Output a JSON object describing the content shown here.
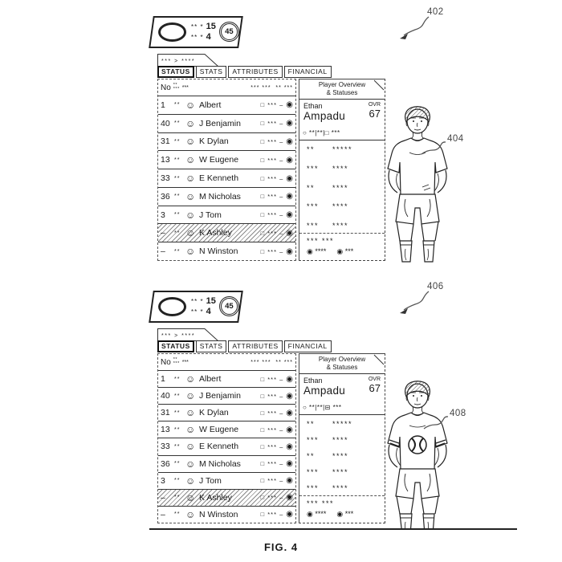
{
  "figure": {
    "label": "FIG. 4"
  },
  "panels": [
    {
      "ref_label": "402",
      "person_ref_label": "404",
      "badge": {
        "stars_top": "** *",
        "num_top": "15",
        "stars_bottom": "** *",
        "num_bottom": "4",
        "circle_value": "45"
      },
      "mini_tab": "*** > ****",
      "tabs": [
        {
          "label": "STATUS",
          "cls": "selected"
        },
        {
          "label": "STATS"
        },
        {
          "label": "ATTRIBUTES"
        },
        {
          "label": "FINANCIAL"
        }
      ],
      "table": {
        "header": {
          "no": "No",
          "stack_top": "**",
          "stack_bottom": "***",
          "mid": "***",
          "right": "*** ***  ** ***"
        },
        "row_trail": "□ *** –",
        "row_eye": "◉",
        "rows": [
          {
            "no": "1",
            "stars": "**",
            "avatar": "☺",
            "name": "Albert"
          },
          {
            "no": "40",
            "stars": "**",
            "avatar": "☺",
            "name": "J Benjamin"
          },
          {
            "no": "31",
            "stars": "**",
            "avatar": "☺",
            "name": "K Dylan"
          },
          {
            "no": "13",
            "stars": "**",
            "avatar": "☺",
            "name": "W Eugene"
          },
          {
            "no": "33",
            "stars": "**",
            "avatar": "☺",
            "name": "E Kenneth"
          },
          {
            "no": "36",
            "stars": "**",
            "avatar": "☺",
            "name": "M Nicholas"
          },
          {
            "no": "3",
            "stars": "**",
            "avatar": "☺",
            "name": "J Tom"
          },
          {
            "no": "–",
            "stars": "**",
            "avatar": "☺",
            "name": "K Ashley",
            "cls": "hatched"
          },
          {
            "no": "–",
            "stars": "**",
            "avatar": "☺",
            "name": "N Winston"
          }
        ]
      },
      "overview": {
        "title_line1": "Player Overview",
        "title_line2": "& Statuses",
        "first_name": "Ethan",
        "last_name": "Ampadu",
        "ovr_label": "OVR",
        "ovr_value": "67",
        "status_row": "○ **|**|□ ***",
        "stats": [
          {
            "l": "**",
            "r": "*****"
          },
          {
            "l": "***",
            "r": "****"
          },
          {
            "l": "**",
            "r": "****"
          },
          {
            "l": "***",
            "r": "****"
          },
          {
            "l": "***",
            "r": "****"
          }
        ],
        "foot_row": "*** ***",
        "eye_row_1": "◉ ****",
        "eye_row_2": "◉ ***"
      }
    },
    {
      "ref_label": "406",
      "person_ref_label": "408",
      "badge": {
        "stars_top": "** *",
        "num_top": "15",
        "stars_bottom": "** *",
        "num_bottom": "4",
        "circle_value": "45"
      },
      "mini_tab": "*** > ****",
      "tabs": [
        {
          "label": "STATUS",
          "cls": "selected"
        },
        {
          "label": "STATS"
        },
        {
          "label": "ATTRIBUTES"
        },
        {
          "label": "FINANCIAL"
        }
      ],
      "table": {
        "header": {
          "no": "No",
          "stack_top": "**",
          "stack_bottom": "***",
          "mid": "***",
          "right": "*** ***  ** ***"
        },
        "row_trail": "□ *** –",
        "row_eye": "◉",
        "rows": [
          {
            "no": "1",
            "stars": "**",
            "avatar": "☺",
            "name": "Albert"
          },
          {
            "no": "40",
            "stars": "**",
            "avatar": "☺",
            "name": "J Benjamin"
          },
          {
            "no": "31",
            "stars": "**",
            "avatar": "☺",
            "name": "K Dylan"
          },
          {
            "no": "13",
            "stars": "**",
            "avatar": "☺",
            "name": "W Eugene"
          },
          {
            "no": "33",
            "stars": "**",
            "avatar": "☺",
            "name": "E Kenneth"
          },
          {
            "no": "36",
            "stars": "**",
            "avatar": "☺",
            "name": "M Nicholas"
          },
          {
            "no": "3",
            "stars": "**",
            "avatar": "☺",
            "name": "J Tom"
          },
          {
            "no": "–",
            "stars": "**",
            "avatar": "☺",
            "name": "K Ashley",
            "cls": "hatched"
          },
          {
            "no": "–",
            "stars": "**",
            "avatar": "☺",
            "name": "N Winston"
          }
        ]
      },
      "overview": {
        "title_line1": "Player Overview",
        "title_line2": "& Statuses",
        "first_name": "Ethan",
        "last_name": "Ampadu",
        "ovr_label": "OVR",
        "ovr_value": "67",
        "status_row": "○ **|**|⊟ ***",
        "stats": [
          {
            "l": "**",
            "r": "*****"
          },
          {
            "l": "***",
            "r": "****"
          },
          {
            "l": "**",
            "r": "****"
          },
          {
            "l": "***",
            "r": "****"
          },
          {
            "l": "***",
            "r": "****"
          }
        ],
        "foot_row": "*** ***",
        "eye_row_1": "◉ ****",
        "eye_row_2": "◉ ***"
      }
    }
  ]
}
